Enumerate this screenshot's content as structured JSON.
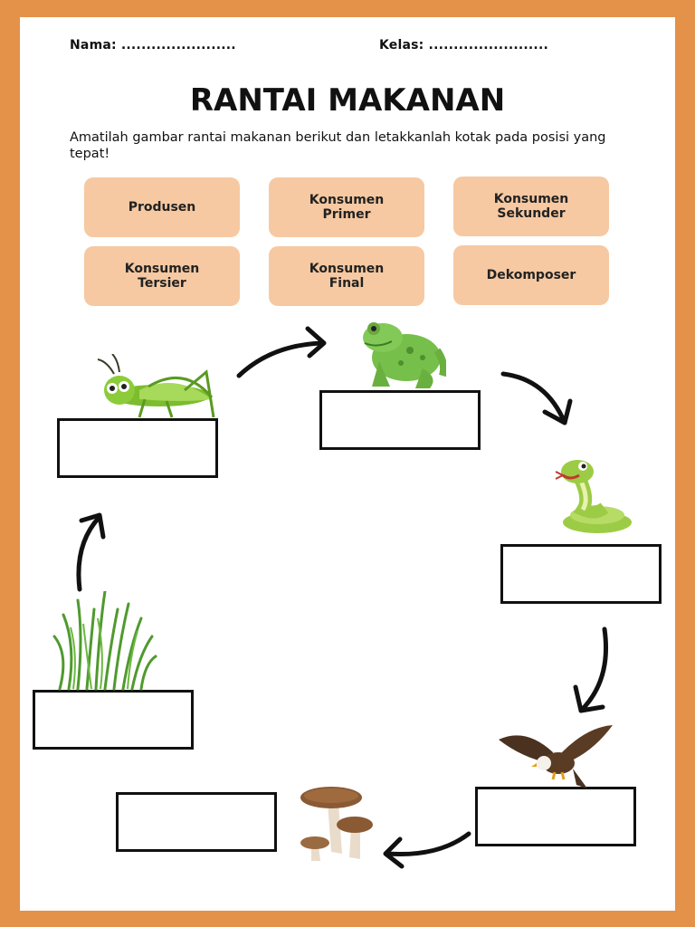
{
  "header": {
    "name_label": "Nama: .......................",
    "class_label": "Kelas: ........................"
  },
  "title": "RANTAI MAKANAN",
  "instruction": "Amatilah gambar rantai makanan berikut dan letakkanlah kotak  pada posisi yang tepat!",
  "cards": [
    "Produsen",
    "Konsumen\nPrimer",
    "Konsumen\nSekunder",
    "Konsumen\nTersier",
    "Konsumen\nFinal",
    "Dekomposer"
  ],
  "organisms": [
    "grass-icon",
    "grasshopper-icon",
    "frog-icon",
    "snake-icon",
    "eagle-icon",
    "mushroom-icon"
  ],
  "colors": {
    "frame": "#e4914a",
    "card": "#f6c9a2",
    "ink": "#111111",
    "grass": "#4f9a2e",
    "grasshopper": "#8ccc3a",
    "frog": "#76bf4a",
    "snake": "#9ccc45",
    "eagle": "#5a3b24",
    "mushroom": "#8a5a34"
  }
}
